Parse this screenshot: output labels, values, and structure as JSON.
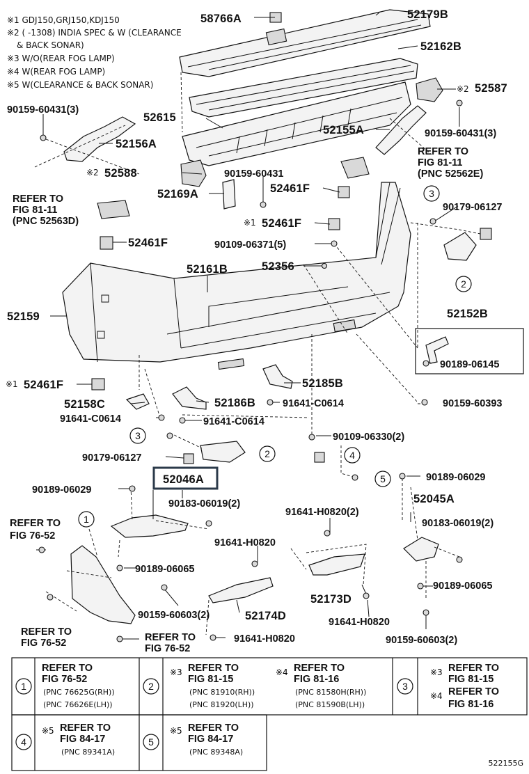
{
  "notes": [
    "※1 GDJ150,GRJ150,KDJ150",
    "※2 (        -1308) INDIA SPEC & W (CLEARANCE",
    "& BACK SONAR)",
    "※3 W/O(REAR FOG LAMP)",
    "※4 W(REAR FOG LAMP)",
    "※5 W(CLEARANCE & BACK SONAR)"
  ],
  "labels": {
    "p58766A": "58766A",
    "p52179B": "52179B",
    "p52162B": "52162B",
    "p52587": "52587",
    "p90159_60431_3_l": "90159-60431(3)",
    "p52615": "52615",
    "p52155A": "52155A",
    "p90159_60431_3_r": "90159-60431(3)",
    "p52156A": "52156A",
    "p52588": "52588",
    "p90159_60431": "90159-60431",
    "p52169A": "52169A",
    "p52461F_a": "52461F",
    "p90179_06127_r": "90179-06127",
    "p52461F_b": "52461F",
    "p52461F_c": "52461F",
    "p90109_06371": "90109-06371(5)",
    "p52356": "52356",
    "p52161B": "52161B",
    "p52159": "52159",
    "p52152B": "52152B",
    "p90189_06145": "90189-06145",
    "p52461F_d": "52461F",
    "p52185B": "52185B",
    "p52158C": "52158C",
    "p52186B": "52186B",
    "p91641_C0614_a": "91641-C0614",
    "p90159_60393": "90159-60393",
    "p91641_C0614_b": "91641-C0614",
    "p91641_C0614_c": "91641-C0614",
    "p90109_06330": "90109-06330(2)",
    "p90179_06127_l": "90179-06127",
    "p52046A": "52046A",
    "p90189_06029_l": "90189-06029",
    "p90189_06029_r": "90189-06029",
    "p90183_06019_l": "90183-06019(2)",
    "p52045A": "52045A",
    "p91641_H0820_2": "91641-H0820(2)",
    "p90183_06019_r": "90183-06019(2)",
    "p91641_H0820_a": "91641-H0820",
    "p90189_06065_l": "90189-06065",
    "p90189_06065_r": "90189-06065",
    "p52173D": "52173D",
    "p90159_60603_l": "90159-60603(2)",
    "p52174D": "52174D",
    "p91641_H0820_b": "91641-H0820",
    "p90159_60603_r": "90159-60603(2)",
    "p91641_H0820_c": "91641-H0820",
    "footer_code": "522155G"
  },
  "refer_blocks": [
    [
      "REFER TO",
      "FIG 81-11",
      "(PNC 52562E)"
    ],
    [
      "REFER TO",
      "FIG 81-11",
      "(PNC 52563D)"
    ],
    [
      "REFER TO",
      "FIG 76-52"
    ],
    [
      "REFER TO",
      "FIG 76-52"
    ],
    [
      "REFER TO",
      "FIG 76-52"
    ]
  ],
  "marks": {
    "m1": "※1",
    "m2": "※2",
    "m3": "※3",
    "m4": "※4",
    "m5": "※5"
  },
  "circles": [
    "1",
    "2",
    "3",
    "4",
    "5"
  ],
  "legend": {
    "c1": {
      "num": "1",
      "lines": [
        "REFER TO",
        "FIG 76-52",
        "(PNC 76625G(RH))",
        "(PNC 76626E(LH))"
      ]
    },
    "c2a": {
      "num": "2",
      "mark": "※3",
      "lines": [
        "REFER TO",
        "FIG 81-15",
        "(PNC 81910(RH))",
        "(PNC 81920(LH))"
      ]
    },
    "c2b": {
      "mark": "※4",
      "lines": [
        "REFER TO",
        "FIG 81-16",
        "(PNC 81580H(RH))",
        "(PNC 81590B(LH))"
      ]
    },
    "c3": {
      "num": "3",
      "mark1": "※3",
      "lines1": [
        "REFER TO",
        "FIG 81-15"
      ],
      "mark2": "※4",
      "lines2": [
        "REFER TO",
        "FIG 81-16"
      ]
    },
    "c4": {
      "num": "4",
      "mark": "※5",
      "lines": [
        "REFER TO",
        "FIG 84-17",
        "(PNC 89341A)"
      ]
    },
    "c5": {
      "num": "5",
      "mark": "※5",
      "lines": [
        "REFER TO",
        "FIG 84-17",
        "(PNC 89348A)"
      ]
    }
  }
}
